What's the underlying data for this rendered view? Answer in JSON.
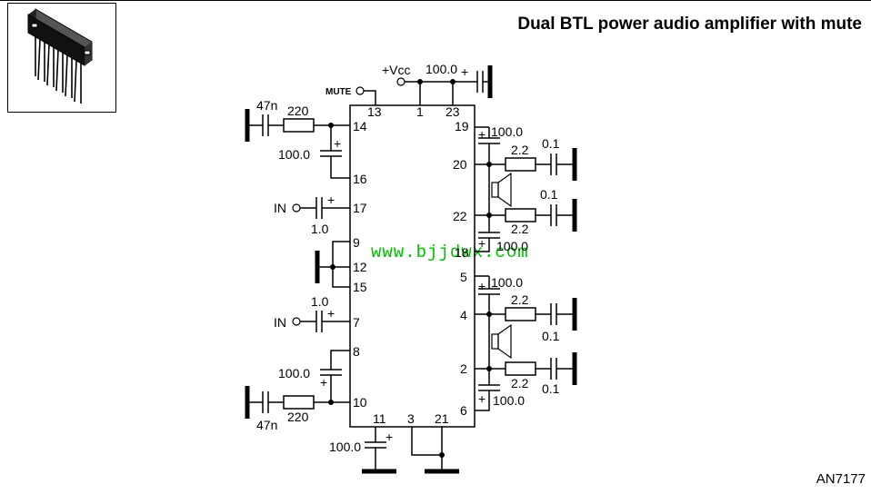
{
  "title": "Dual BTL power audio amplifier with mute",
  "drawing_code": "AN7177",
  "watermark": "www.bjjdwx.com",
  "package_image": "sil-23-pin-power-package",
  "pins": {
    "p13": "13",
    "p1": "1",
    "p23": "23",
    "p14": "14",
    "p16": "16",
    "p17": "17",
    "p9": "9",
    "p12": "12",
    "p15": "15",
    "p7": "7",
    "p8": "8",
    "p10": "10",
    "p19": "19",
    "p20": "20",
    "p22": "22",
    "p18": "18",
    "p5": "5",
    "p4": "4",
    "p2": "2",
    "p6": "6",
    "p11": "11",
    "p3": "3",
    "p21": "21"
  },
  "labels": {
    "mute": "MUTE",
    "vcc": "+Vcc",
    "in_top": "IN",
    "in_bottom": "IN",
    "plus": "+"
  },
  "components": {
    "c_vcc": "100.0",
    "c_top_47n": "47n",
    "r_top_220": "220",
    "c_14_16": "100.0",
    "c_in_top": "1.0",
    "c_in_bottom": "1.0",
    "c_8_10": "100.0",
    "c_bottom_47n": "47n",
    "r_bottom_220": "220",
    "c_11": "100.0",
    "c_19": "100.0",
    "r_20": "2.2",
    "c_20": "0.1",
    "c_22": "0.1",
    "r_22": "2.2",
    "c_18": "100.0",
    "c_5": "100.0",
    "r_4": "2.2",
    "c_4": "0.1",
    "r_2": "2.2",
    "c_2": "0.1",
    "c_6": "100.0"
  }
}
